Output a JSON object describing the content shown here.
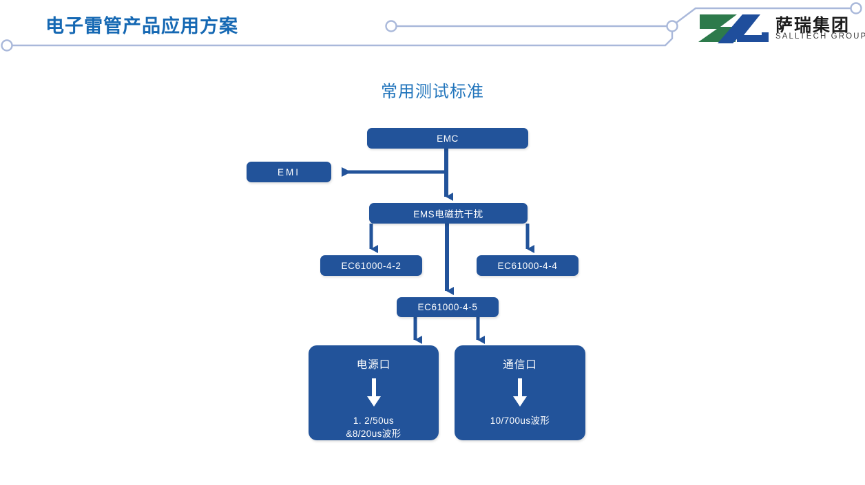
{
  "header": {
    "title": "电子雷管产品应用方案",
    "title_color": "#1568B3",
    "deco_color": "#A9B8DA",
    "logo": {
      "name_cn": "萨瑞集团",
      "name_en": "SALLTECH GROUP",
      "mark_green": "#2D7A4B",
      "mark_blue": "#1F4E9C"
    }
  },
  "section": {
    "title": "常用测试标准",
    "title_color": "#2275BC"
  },
  "diagram": {
    "node_fill": "#22539A",
    "node_text_color": "#FFFFFF",
    "connector_color": "#22539A",
    "nodes": [
      {
        "id": "emc",
        "label": "EMC"
      },
      {
        "id": "emi",
        "label": "EMI"
      },
      {
        "id": "ems",
        "label": "EMS电磁抗干扰"
      },
      {
        "id": "ec442",
        "label": "EC61000-4-2"
      },
      {
        "id": "ec444",
        "label": "EC61000-4-4"
      },
      {
        "id": "ec445",
        "label": "EC61000-4-5"
      },
      {
        "id": "power",
        "label": "电源口",
        "body_line1": "1. 2/50us",
        "body_line2": "&8/20us波形"
      },
      {
        "id": "comm",
        "label": "通信口",
        "body_line1": "10/700us波形",
        "body_line2": ""
      }
    ],
    "edges": [
      {
        "from": "emc",
        "to": "emi"
      },
      {
        "from": "emc",
        "to": "ems"
      },
      {
        "from": "ems",
        "to": "ec442"
      },
      {
        "from": "ems",
        "to": "ec444"
      },
      {
        "from": "ems",
        "to": "ec445"
      },
      {
        "from": "ec445",
        "to": "power"
      },
      {
        "from": "ec445",
        "to": "comm"
      }
    ]
  }
}
